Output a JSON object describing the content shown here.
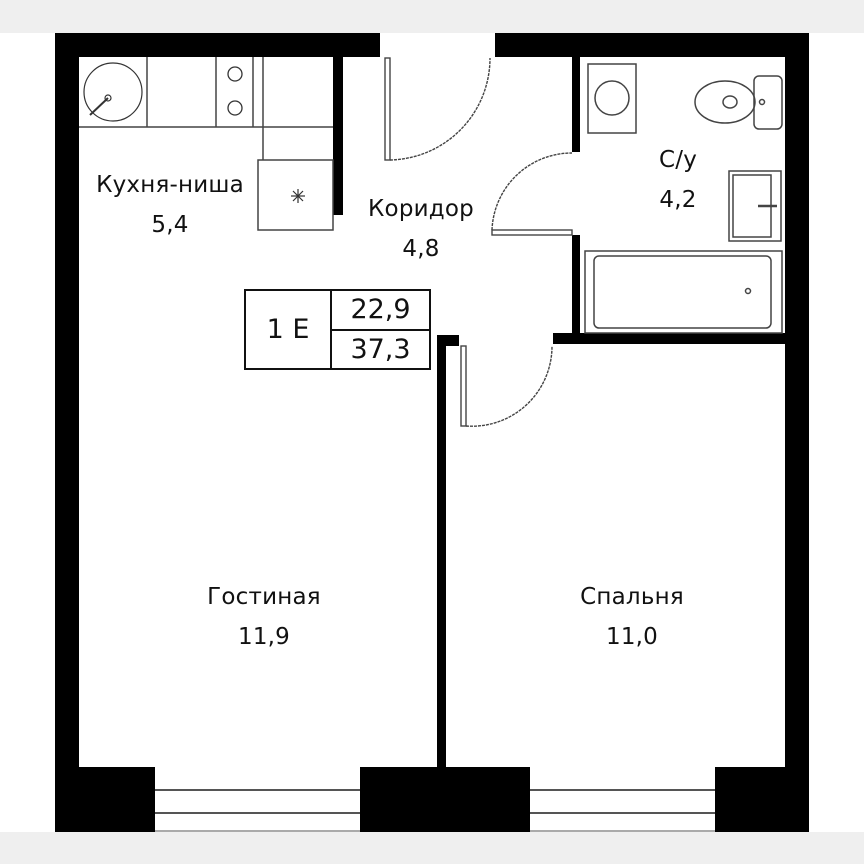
{
  "plan": {
    "background": "#efefef",
    "wall_color": "#000000",
    "apartment": {
      "type_label": "1 E",
      "living_area": "22,9",
      "total_area": "37,3"
    },
    "rooms": [
      {
        "id": "kitchen",
        "name": "Кухня-ниша",
        "area": "5,4"
      },
      {
        "id": "corridor",
        "name": "Коридор",
        "area": "4,8"
      },
      {
        "id": "bathroom",
        "name": "С/у",
        "area": "4,2"
      },
      {
        "id": "living",
        "name": "Гостиная",
        "area": "11,9"
      },
      {
        "id": "bedroom",
        "name": "Спальня",
        "area": "11,0"
      }
    ],
    "fixtures": [
      "sink-icon",
      "stove-icon",
      "fridge-icon",
      "washing-machine-icon",
      "toilet-icon",
      "washbasin-icon",
      "bathtub-icon",
      "door-icon",
      "window-icon"
    ]
  }
}
